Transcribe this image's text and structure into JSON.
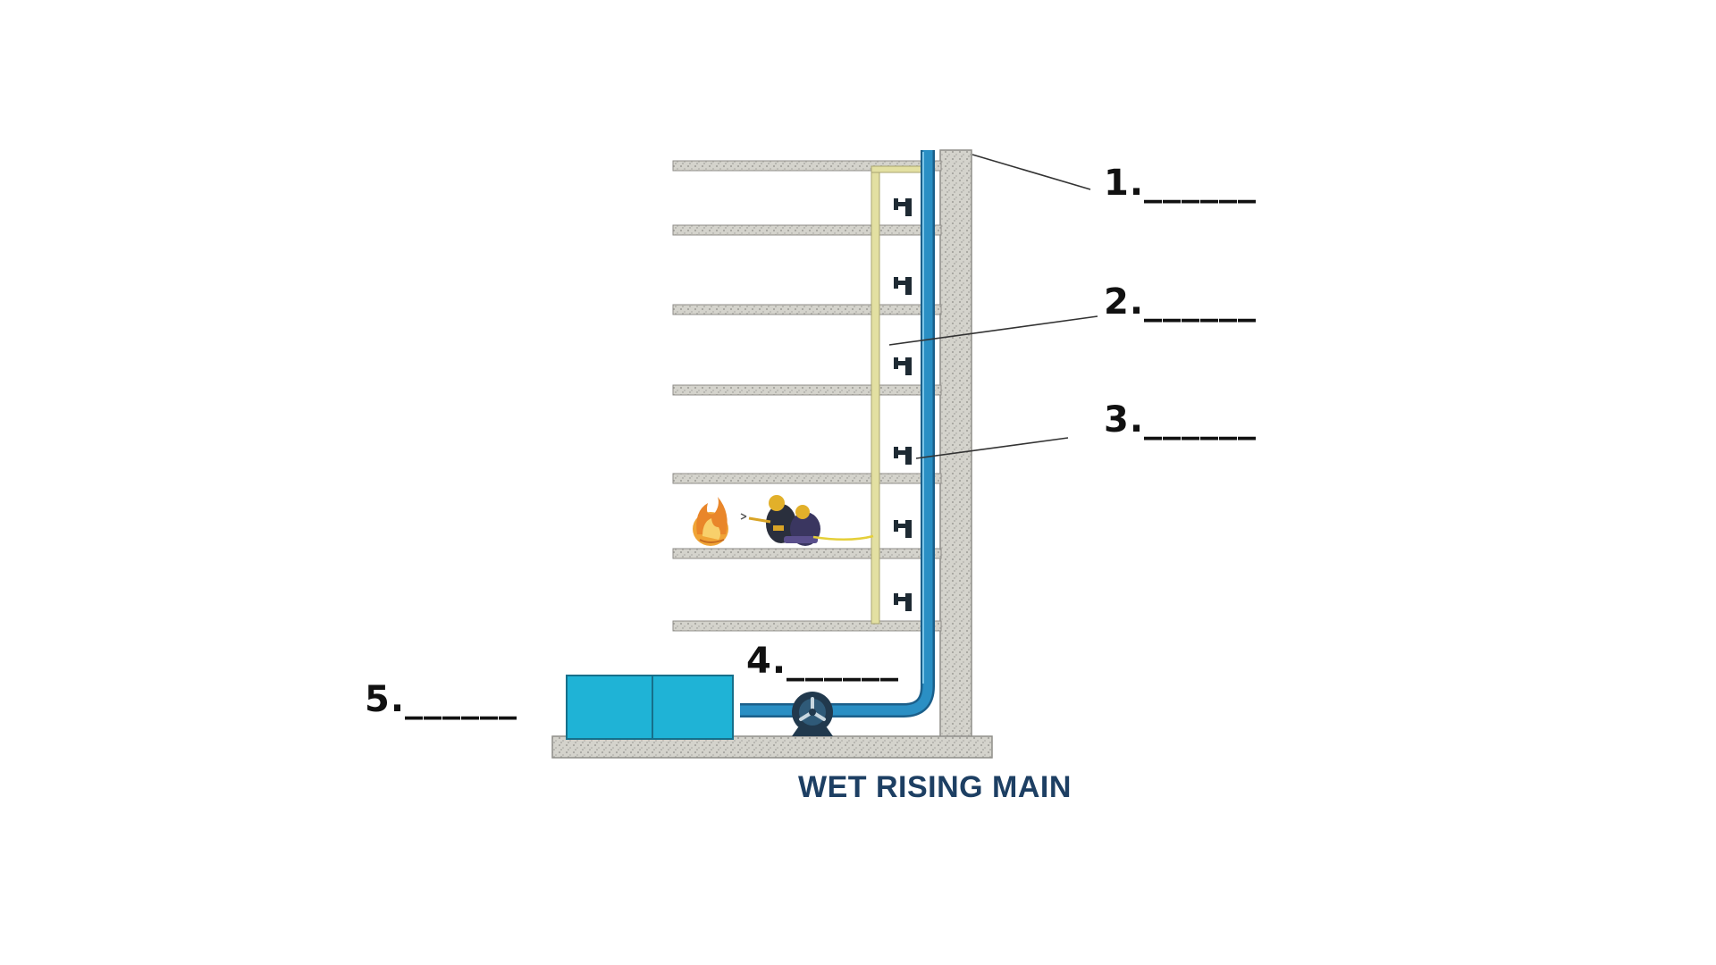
{
  "diagram": {
    "caption": "WET RISING MAIN",
    "labels": [
      {
        "id": "1",
        "text": "1.______"
      },
      {
        "id": "2",
        "text": "2.______"
      },
      {
        "id": "3",
        "text": "3.______"
      },
      {
        "id": "4",
        "text": "4.______"
      },
      {
        "id": "5",
        "text": "5.______"
      }
    ],
    "floors": 7,
    "landing_valves": 6,
    "colors": {
      "rising_main": "#2a8fc4",
      "rising_main_dark": "#1b5f8a",
      "tank": "#1fb3d6",
      "slab": "#c8c8c2",
      "wall": "#d9d8d2",
      "dry_pipe": "#e3e0a2",
      "pump": "#21394d",
      "caption": "#1d3f63"
    }
  }
}
